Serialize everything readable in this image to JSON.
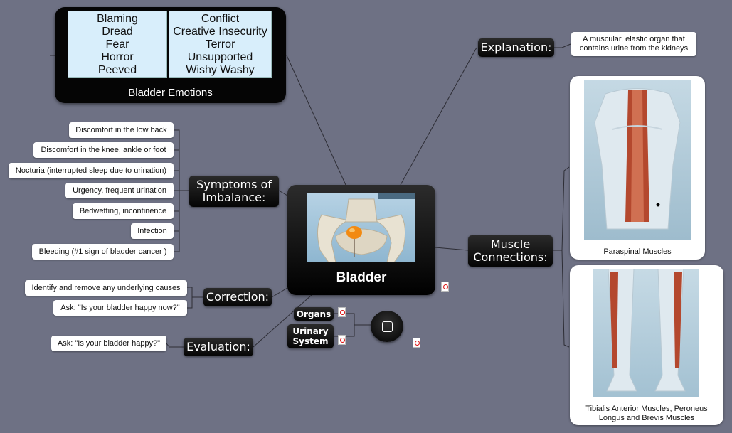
{
  "central": {
    "title": "Bladder"
  },
  "emotions": {
    "title": "Bladder Emotions",
    "left_column": [
      "Blaming",
      "Dread",
      "Fear",
      "Horror",
      "Peeved"
    ],
    "right_column": [
      "Conflict",
      "Creative Insecurity",
      "Terror",
      "Unsupported",
      "Wishy Washy"
    ]
  },
  "explanation": {
    "label": "Explanation:",
    "text_line1": "A muscular, elastic organ that",
    "text_line2": "contains urine from the kidneys"
  },
  "symptoms": {
    "label_line1": "Symptoms of",
    "label_line2": "Imbalance:",
    "items": [
      "Discomfort in the low back",
      "Discomfort in the knee, ankle or foot",
      "Nocturia (interrupted sleep due to urination)",
      "Urgency, frequent urination",
      "Bedwetting, incontinence",
      "Infection",
      "Bleeding (#1 sign of bladder cancer )"
    ]
  },
  "correction": {
    "label": "Correction:",
    "items": [
      "Identify and remove any underlying causes",
      "Ask: \"Is your bladder happy now?\""
    ]
  },
  "evaluation": {
    "label": "Evaluation:",
    "items": [
      "Ask: \"Is your bladder happy?\""
    ]
  },
  "muscles": {
    "label_line1": "Muscle",
    "label_line2": "Connections:",
    "cards": [
      {
        "caption_line1": "Paraspinal Muscles",
        "caption_line2": ""
      },
      {
        "caption_line1": "Tibialis Anterior Muscles, Peroneus",
        "caption_line2": "Longus and Brevis Muscles"
      }
    ]
  },
  "sub_topics": {
    "organs": "Organs",
    "urinary_line1": "Urinary",
    "urinary_line2": "System"
  },
  "icons": [
    "attachment-icon",
    "floating-topic-icon"
  ],
  "colors": {
    "background": "#6e7184",
    "topic": "#000000",
    "emotion_cell": "#d8eefb",
    "bladder_orange": "#f28a12",
    "muscle_red": "#b4482e"
  }
}
